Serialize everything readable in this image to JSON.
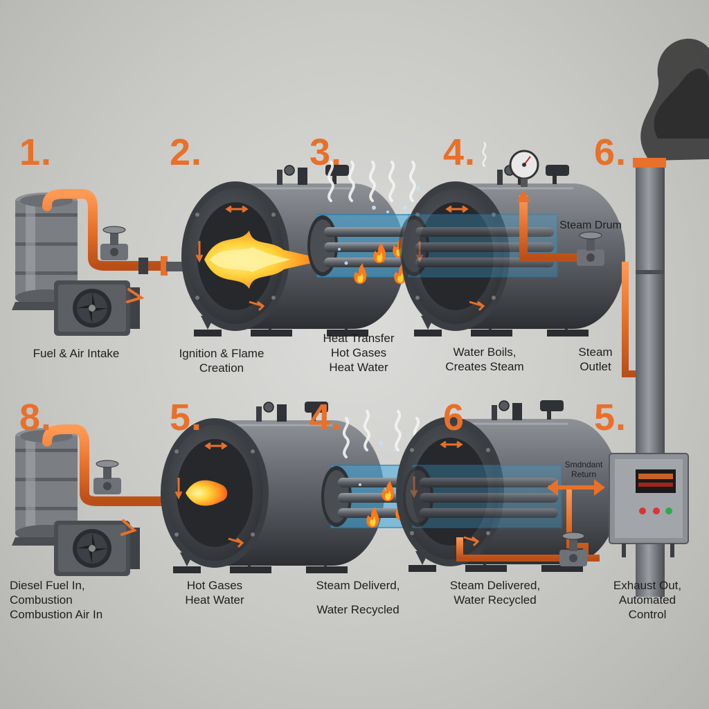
{
  "steps": {
    "s1": {
      "number": "1.",
      "line1": "Fuel & Air Intake"
    },
    "s2": {
      "number": "2.",
      "line1": "Ignition & Flame",
      "line2": "Creation"
    },
    "s3": {
      "number": "3.",
      "line1": "Heat Transfer",
      "line2": "Hot Gases",
      "line3": "Heat Water"
    },
    "s4": {
      "number": "4.",
      "line1": "Water Boils,",
      "line2": "Creates Steam"
    },
    "s6": {
      "number": "6."
    },
    "s8": {
      "number": "8.",
      "line1": "Diesel Fuel In,",
      "line2": "Combustion",
      "line3": "Combustion Air In"
    },
    "s5b": {
      "number": "5.",
      "line1": "Hot Gases",
      "line2": "Heat Water"
    },
    "s4b": {
      "number": "4.",
      "line1": "Steam Deliverd,",
      "line2": "Water Recycled"
    },
    "s6b": {
      "number": "6",
      "line1": "Steam Delivered,",
      "line2": "Water Recycled"
    },
    "s5c": {
      "number": "5.",
      "line1": "Exhaust Out,",
      "line2": "Automated",
      "line3": "Control"
    }
  },
  "labels": {
    "steam_drum": "Steam Drum",
    "steam_outlet_1": "Steam",
    "steam_outlet_2": "Outlet",
    "return_1": "Smdndant",
    "return_2": "Return"
  },
  "colors": {
    "accent_orange": "#e8702a",
    "steel_dark": "#3a3d42",
    "steel_mid": "#6e7278",
    "water_blue": "#3fa9e0",
    "flame_yellow": "#ffd23a"
  }
}
